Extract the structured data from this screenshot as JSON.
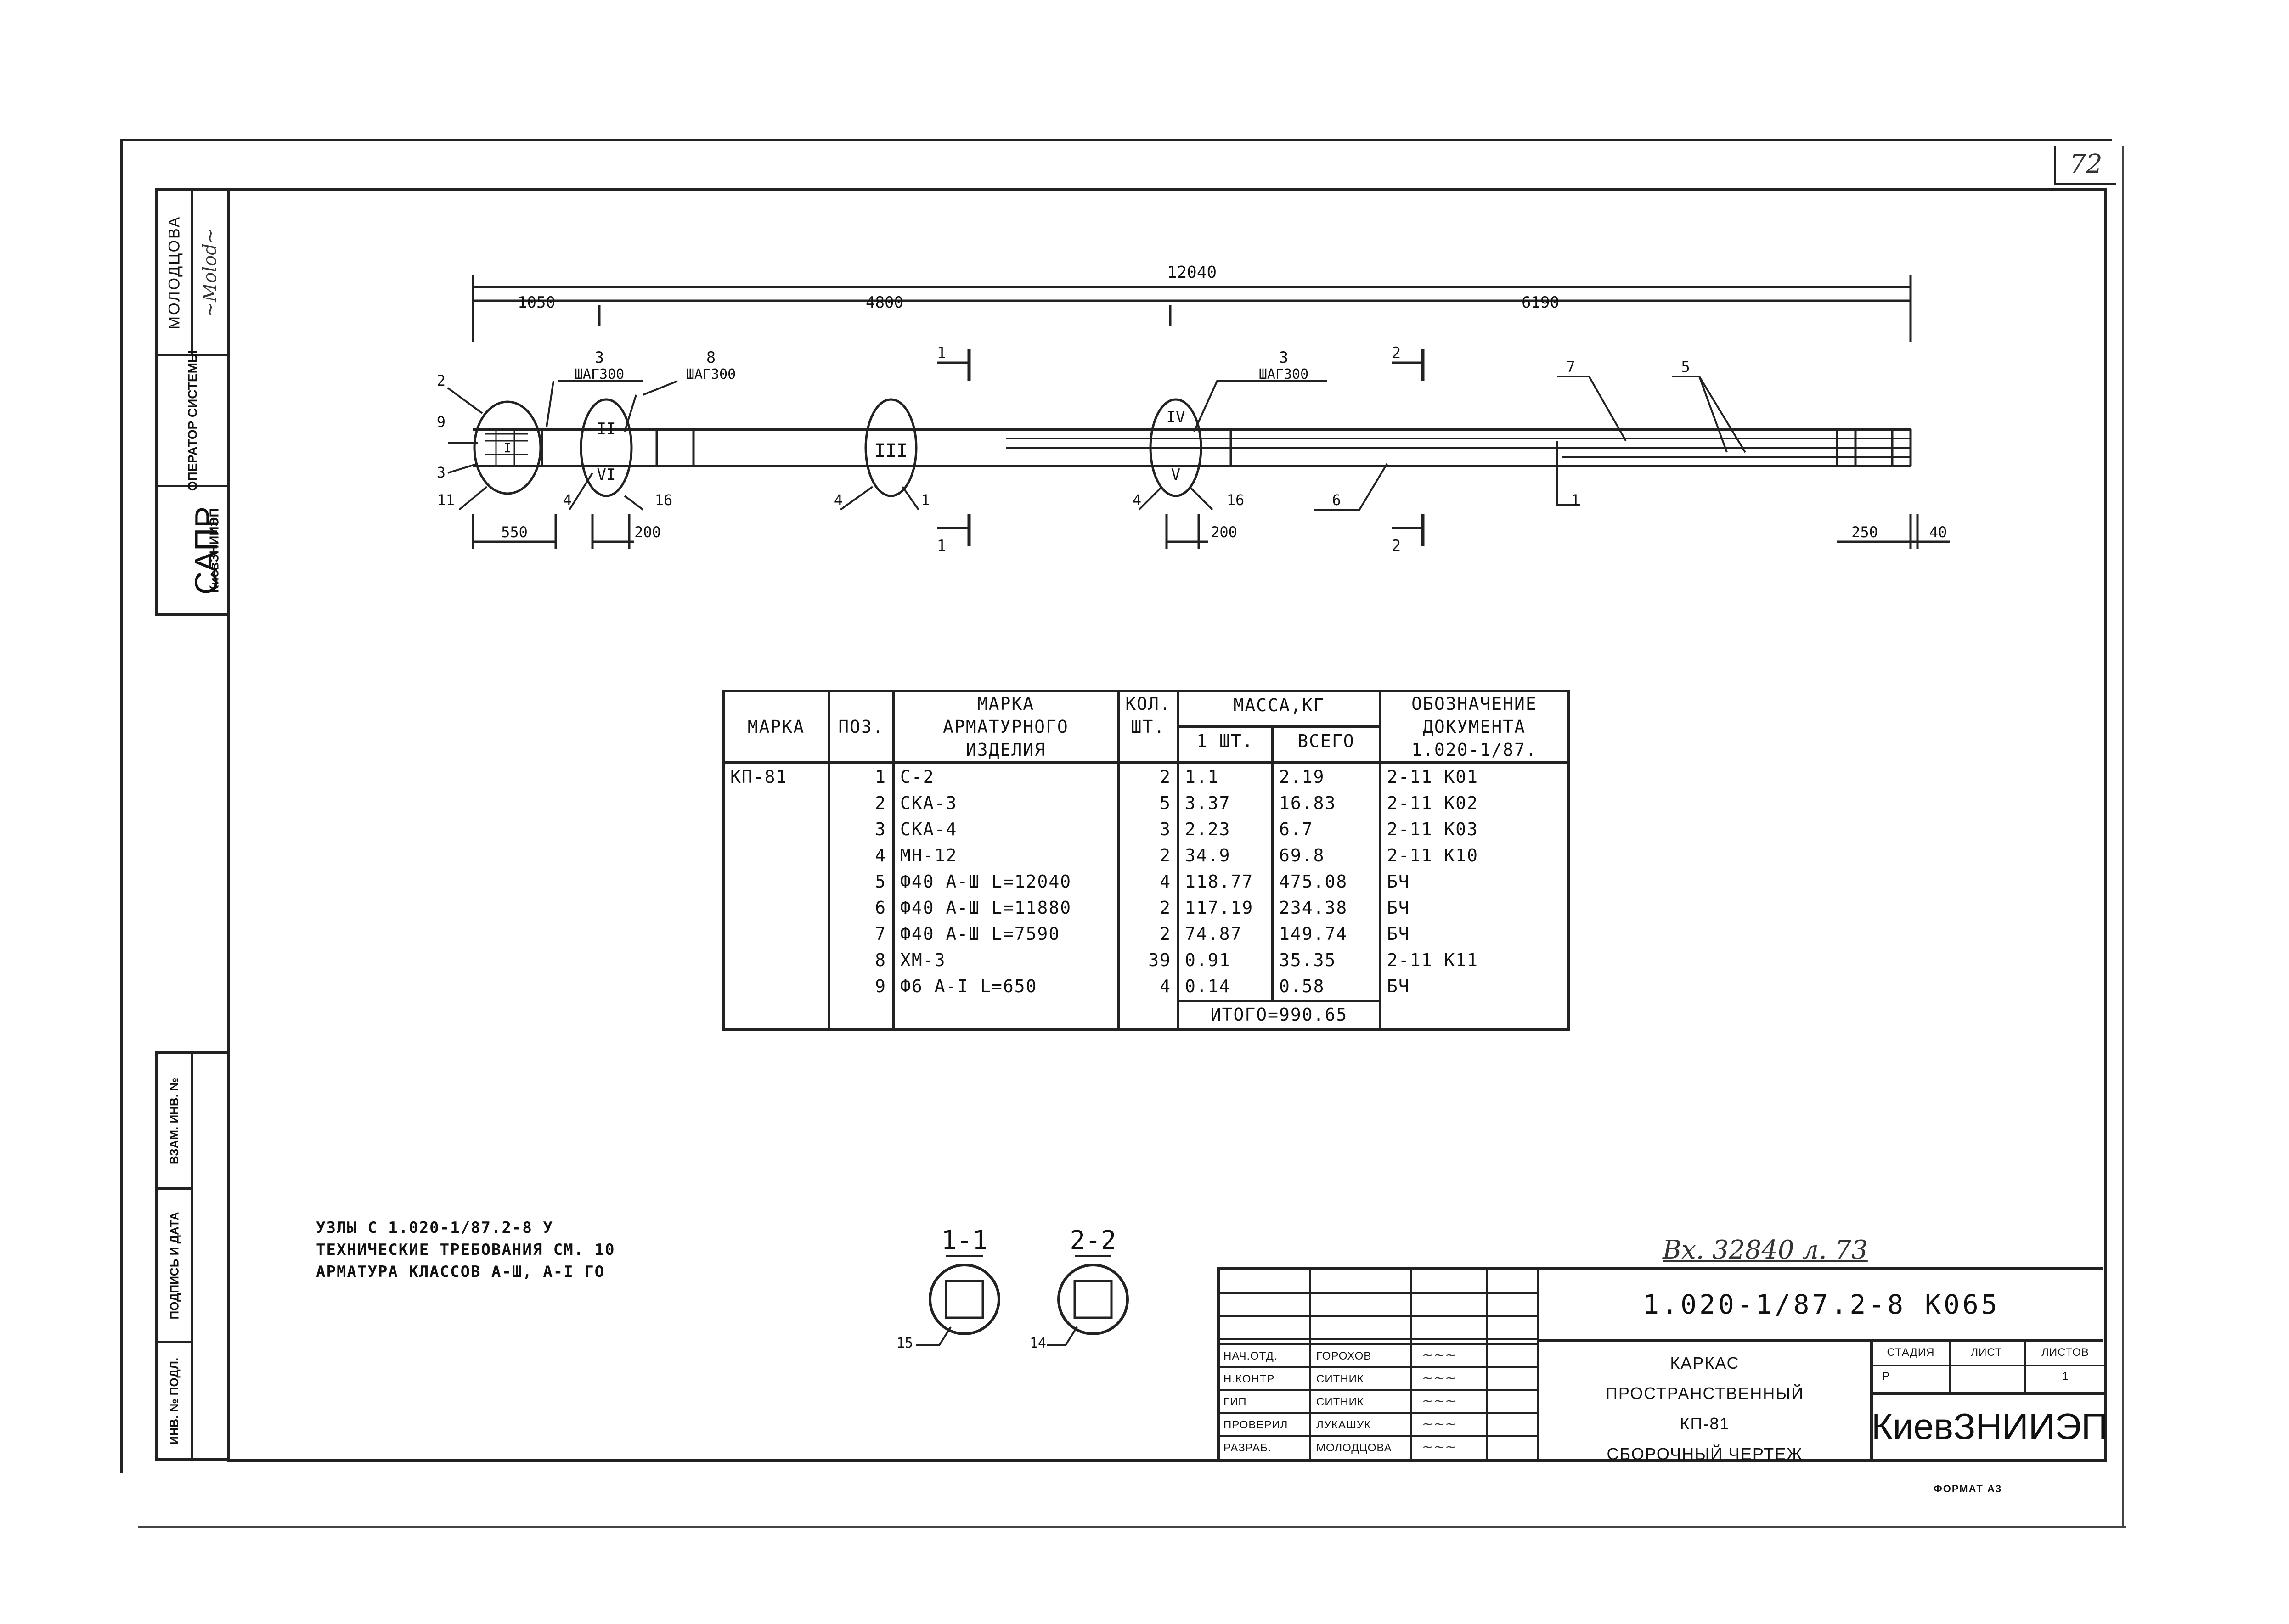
{
  "sheet": {
    "sheet_number": "72",
    "handwritten_inventory": "Вх. 32840 л. 73",
    "format_label": "ФОРМАТ А3"
  },
  "side_stamp": {
    "person_label": "МОЛОДЦОВА",
    "operator_label": "ОПЕРАТОР СИСТЕМЫ",
    "system_label": "САПР",
    "system_org": "КиевЗНИИЭП",
    "col_inv_subst": "ВЗАМ. ИНВ. №",
    "col_sign_date": "ПОДПИСЬ И ДАТА",
    "col_inv_orig": "ИНВ. № ПОДЛ."
  },
  "drawing": {
    "dim_total": "12040",
    "dim_1050": "1050",
    "dim_4800": "4800",
    "dim_6190": "6190",
    "dim_550": "550",
    "dim_200a": "200",
    "dim_200b": "200",
    "dim_250": "250",
    "dim_40": "40",
    "callout_3": "3",
    "callout_8": "8",
    "callout_3b": "3",
    "step_label_1": "ШАГ300",
    "step_label_2": "ШАГ300",
    "step_label_3": "ШАГ300",
    "pos_2": "2",
    "pos_9": "9",
    "pos_3": "3",
    "pos_11": "11",
    "pos_4a": "4",
    "pos_16a": "16",
    "pos_4b": "4",
    "pos_1a": "1",
    "pos_4c": "4",
    "pos_16b": "16",
    "pos_6": "6",
    "pos_7": "7",
    "pos_5": "5",
    "pos_1b": "1",
    "section_1_top": "1",
    "section_1_bottom": "1",
    "section_2_top": "2",
    "section_2_bottom": "2",
    "node_I": "I",
    "node_II": "II",
    "node_III": "III",
    "node_IV": "IV",
    "node_V": "V",
    "node_VI": "VI"
  },
  "spec_table": {
    "headers": {
      "mark": "МАРКА",
      "pos": "ПОЗ.",
      "item_l1": "МАРКА",
      "item_l2": "АРМАТУРНОГО",
      "item_l3": "ИЗДЕЛИЯ",
      "qty_l1": "КОЛ.",
      "qty_l2": "ШТ.",
      "mass": "МАССА,КГ",
      "mass_unit": "1 ШТ.",
      "mass_total": "ВСЕГО",
      "doc_l1": "ОБОЗНАЧЕНИЕ",
      "doc_l2": "ДОКУМЕНТА",
      "doc_l3": "1.020-1/87."
    },
    "mark_value": "КП-81",
    "rows": [
      {
        "pos": "1",
        "item": "С-2",
        "qty": "2",
        "unit": "1.1",
        "total": "2.19",
        "doc": "2-11 К01"
      },
      {
        "pos": "2",
        "item": "СКА-3",
        "qty": "5",
        "unit": "3.37",
        "total": "16.83",
        "doc": "2-11 К02"
      },
      {
        "pos": "3",
        "item": "СКА-4",
        "qty": "3",
        "unit": "2.23",
        "total": "6.7",
        "doc": "2-11 К03"
      },
      {
        "pos": "4",
        "item": "МН-12",
        "qty": "2",
        "unit": "34.9",
        "total": "69.8",
        "doc": "2-11 К10"
      },
      {
        "pos": "5",
        "item": "Ф40 А-Ш L=12040",
        "qty": "4",
        "unit": "118.77",
        "total": "475.08",
        "doc": "БЧ"
      },
      {
        "pos": "6",
        "item": "Ф40 А-Ш L=11880",
        "qty": "2",
        "unit": "117.19",
        "total": "234.38",
        "doc": "БЧ"
      },
      {
        "pos": "7",
        "item": "Ф40 А-Ш L=7590",
        "qty": "2",
        "unit": "74.87",
        "total": "149.74",
        "doc": "БЧ"
      },
      {
        "pos": "8",
        "item": "ХМ-3",
        "qty": "39",
        "unit": "0.91",
        "total": "35.35",
        "doc": "2-11 К11"
      },
      {
        "pos": "9",
        "item": "Ф6 А-I L=650",
        "qty": "4",
        "unit": "0.14",
        "total": "0.58",
        "doc": "БЧ"
      }
    ],
    "total_label": "ИТОГО=990.65"
  },
  "notes": {
    "line1": "УЗЛЫ С 1.020-1/87.2-8 У",
    "line2": "ТЕХНИЧЕСКИЕ ТРЕБОВАНИЯ СМ. 10",
    "line3": "АРМАТУРА КЛАССОВ А-Ш, А-I ГО"
  },
  "sections": {
    "s1_label": "1-1",
    "s2_label": "2-2",
    "s1_pos": "15",
    "s2_pos": "14"
  },
  "title_block": {
    "doc_code": "1.020-1/87.2-8 К065",
    "name_l1": "КАРКАС",
    "name_l2": "ПРОСТРАНСТВЕННЫЙ",
    "name_l3": "КП-81",
    "name_l4": "СБОРОЧНЫЙ ЧЕРТЕЖ",
    "stage_label": "СТАДИЯ",
    "sheet_label": "ЛИСТ",
    "sheets_label": "ЛИСТОВ",
    "stage_value": "Р",
    "sheets_value": "1",
    "org": "КиевЗНИИЭП",
    "signers": [
      {
        "role": "НАЧ.ОТД.",
        "name": "ГОРОХОВ"
      },
      {
        "role": "Н.КОНТР",
        "name": "СИТНИК"
      },
      {
        "role": "ГИП",
        "name": "СИТНИК"
      },
      {
        "role": "ПРОВЕРИЛ",
        "name": "ЛУКАШУК"
      },
      {
        "role": "РАЗРАБ.",
        "name": "МОЛОДЦОВА"
      }
    ]
  }
}
